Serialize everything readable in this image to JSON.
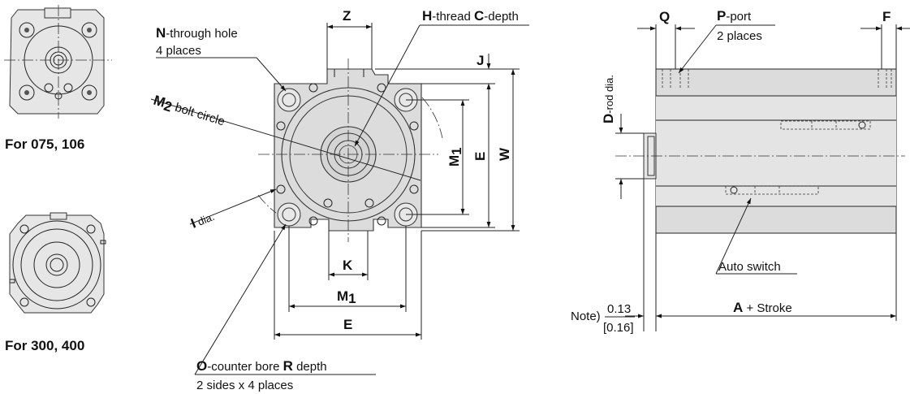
{
  "thumbnails": {
    "top_caption": "For 075, 106",
    "bottom_caption": "For 300, 400"
  },
  "front_view": {
    "N": {
      "letter": "N",
      "text": "-through hole",
      "line2": "4 places"
    },
    "Z": "Z",
    "H": {
      "h": "H",
      "mid": "-thread ",
      "c": "C",
      "end": "-depth"
    },
    "J": "J",
    "M2": {
      "letter": "M",
      "sub": "2",
      "text": " bolt circle"
    },
    "I": {
      "letter": "I",
      "text": " dia."
    },
    "M1_side": {
      "letter": "M",
      "sub": "1"
    },
    "E_side": "E",
    "W": "W",
    "K": "K",
    "M1_bottom": {
      "letter": "M",
      "sub": "1"
    },
    "E_bottom": "E",
    "O": {
      "o": "O",
      "mid": "-counter bore ",
      "r": "R",
      "end": " depth",
      "line2": "2 sides x 4 places"
    }
  },
  "side_view": {
    "Q": "Q",
    "P": {
      "letter": "P",
      "text": "-port",
      "line2": "2 places"
    },
    "F": "F",
    "D": {
      "letter": "D",
      "text": "-rod dia."
    },
    "auto_switch": "Auto switch",
    "note_prefix": "Note)",
    "note_value": "0.13",
    "note_value_alt": "[0.16]",
    "A": {
      "letter": "A",
      "text": " + Stroke"
    }
  }
}
